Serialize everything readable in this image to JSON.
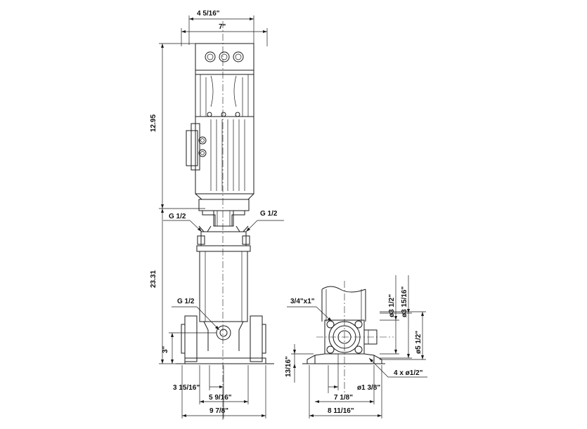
{
  "dimensions": {
    "top_4_5_16": "4 5/16\"",
    "top_7": "7\"",
    "height_motor": "12.95",
    "height_pump": "23.31",
    "height_base": "3\"",
    "bottom_3_15_16": "3 15/16\"",
    "bottom_5_9_16": "5 9/16\"",
    "bottom_9_7_8": "9 7/8\"",
    "side_7_1_8": "7 1/8\"",
    "side_8_11_16": "8 11/16\"",
    "side_13_16": "13/16\"",
    "side_dia_3_1_2": "ø3 1/2\"",
    "side_dia_3_15_16": "ø3 15/16\"",
    "side_dia_5_1_2": "ø5 1/2\"",
    "side_dia_1_3_8": "ø1 3/8\"",
    "side_bolts": "4 x ø1/2\""
  },
  "callouts": {
    "g_left_top": "G 1/2",
    "g_right_top": "G 1/2",
    "g_drain": "G 1/2",
    "flange_bolt": "3/4\"x1\""
  }
}
